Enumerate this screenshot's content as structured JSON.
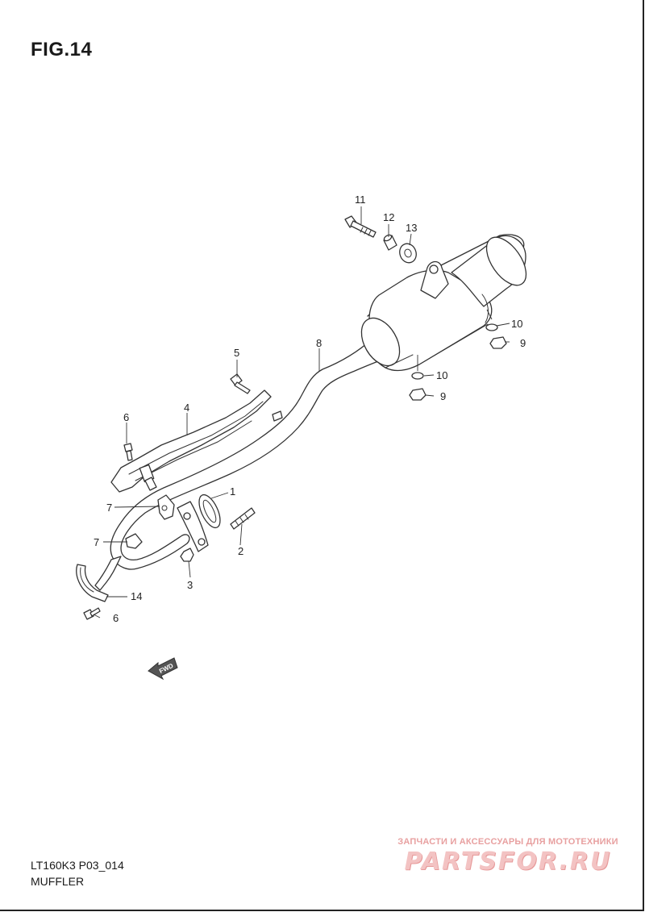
{
  "figure": {
    "title": "FIG.14",
    "model_code": "LT160K3 P03_014",
    "section_name": "MUFFLER"
  },
  "callouts": [
    {
      "id": "callout-1",
      "label": "1"
    },
    {
      "id": "callout-2",
      "label": "2"
    },
    {
      "id": "callout-3",
      "label": "3"
    },
    {
      "id": "callout-4",
      "label": "4"
    },
    {
      "id": "callout-5",
      "label": "5"
    },
    {
      "id": "callout-6-upper",
      "label": "6"
    },
    {
      "id": "callout-6-lower",
      "label": "6"
    },
    {
      "id": "callout-7-upper",
      "label": "7"
    },
    {
      "id": "callout-7-lower",
      "label": "7"
    },
    {
      "id": "callout-8",
      "label": "8"
    },
    {
      "id": "callout-9-right",
      "label": "9"
    },
    {
      "id": "callout-9-lower",
      "label": "9"
    },
    {
      "id": "callout-10-right",
      "label": "10"
    },
    {
      "id": "callout-10-lower",
      "label": "10"
    },
    {
      "id": "callout-11",
      "label": "11"
    },
    {
      "id": "callout-12",
      "label": "12"
    },
    {
      "id": "callout-13",
      "label": "13"
    },
    {
      "id": "callout-14",
      "label": "14"
    }
  ],
  "direction_arrow": {
    "label": "FWD"
  },
  "watermark": {
    "tagline": "ЗАПЧАСТИ И АКСЕССУАРЫ ДЛЯ МОТОТЕХНИКИ",
    "brand": "PARTSFOR.RU"
  }
}
